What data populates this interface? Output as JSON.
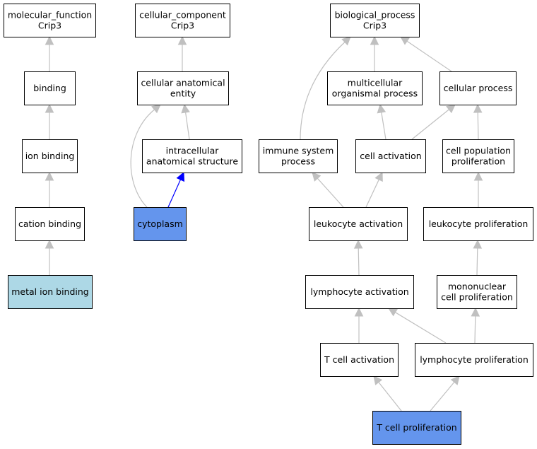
{
  "colors": {
    "default_fill": "#ffffff",
    "query_fill": "#add8e6",
    "annotated_fill": "#6495ed",
    "is_a_edge": "#c0c0c0",
    "part_of_edge": "#0000ff"
  },
  "nodes": {
    "molecular_function": {
      "lines": [
        "molecular_function",
        "Crip3"
      ],
      "kind": "default"
    },
    "binding": {
      "lines": [
        "binding"
      ],
      "kind": "default"
    },
    "ion_binding": {
      "lines": [
        "ion binding"
      ],
      "kind": "default"
    },
    "cation_binding": {
      "lines": [
        "cation binding"
      ],
      "kind": "default"
    },
    "metal_ion_binding": {
      "lines": [
        "metal ion binding"
      ],
      "kind": "query"
    },
    "cellular_component": {
      "lines": [
        "cellular_component",
        "Crip3"
      ],
      "kind": "default"
    },
    "cellular_anatomical_entity": {
      "lines": [
        "cellular anatomical",
        "entity"
      ],
      "kind": "default"
    },
    "intracellular_anatomical_structure": {
      "lines": [
        "intracellular",
        "anatomical structure"
      ],
      "kind": "default"
    },
    "cytoplasm": {
      "lines": [
        "cytoplasm"
      ],
      "kind": "annotated"
    },
    "biological_process": {
      "lines": [
        "biological_process",
        "Crip3"
      ],
      "kind": "default"
    },
    "multicellular_organismal_process": {
      "lines": [
        "multicellular",
        "organismal process"
      ],
      "kind": "default"
    },
    "cellular_process": {
      "lines": [
        "cellular process"
      ],
      "kind": "default"
    },
    "immune_system_process": {
      "lines": [
        "immune system",
        "process"
      ],
      "kind": "default"
    },
    "cell_activation": {
      "lines": [
        "cell activation"
      ],
      "kind": "default"
    },
    "cell_population_proliferation": {
      "lines": [
        "cell population",
        "proliferation"
      ],
      "kind": "default"
    },
    "leukocyte_activation": {
      "lines": [
        "leukocyte activation"
      ],
      "kind": "default"
    },
    "leukocyte_proliferation": {
      "lines": [
        "leukocyte proliferation"
      ],
      "kind": "default"
    },
    "lymphocyte_activation": {
      "lines": [
        "lymphocyte activation"
      ],
      "kind": "default"
    },
    "mononuclear_cell_proliferation": {
      "lines": [
        "mononuclear",
        "cell proliferation"
      ],
      "kind": "default"
    },
    "t_cell_activation": {
      "lines": [
        "T cell activation"
      ],
      "kind": "default"
    },
    "lymphocyte_proliferation": {
      "lines": [
        "lymphocyte proliferation"
      ],
      "kind": "default"
    },
    "t_cell_proliferation": {
      "lines": [
        "T cell proliferation"
      ],
      "kind": "annotated"
    }
  },
  "edges": [
    {
      "from": "binding",
      "to": "molecular_function",
      "relation": "is_a"
    },
    {
      "from": "ion_binding",
      "to": "binding",
      "relation": "is_a"
    },
    {
      "from": "cation_binding",
      "to": "ion_binding",
      "relation": "is_a"
    },
    {
      "from": "metal_ion_binding",
      "to": "cation_binding",
      "relation": "is_a"
    },
    {
      "from": "cellular_anatomical_entity",
      "to": "cellular_component",
      "relation": "is_a"
    },
    {
      "from": "intracellular_anatomical_structure",
      "to": "cellular_anatomical_entity",
      "relation": "is_a"
    },
    {
      "from": "cytoplasm",
      "to": "cellular_anatomical_entity",
      "relation": "is_a"
    },
    {
      "from": "cytoplasm",
      "to": "intracellular_anatomical_structure",
      "relation": "part_of"
    },
    {
      "from": "multicellular_organismal_process",
      "to": "biological_process",
      "relation": "is_a"
    },
    {
      "from": "cellular_process",
      "to": "biological_process",
      "relation": "is_a"
    },
    {
      "from": "immune_system_process",
      "to": "biological_process",
      "relation": "is_a"
    },
    {
      "from": "cell_activation",
      "to": "multicellular_organismal_process",
      "relation": "is_a"
    },
    {
      "from": "cell_activation",
      "to": "cellular_process",
      "relation": "is_a"
    },
    {
      "from": "cell_population_proliferation",
      "to": "cellular_process",
      "relation": "is_a"
    },
    {
      "from": "leukocyte_activation",
      "to": "immune_system_process",
      "relation": "is_a"
    },
    {
      "from": "leukocyte_activation",
      "to": "cell_activation",
      "relation": "is_a"
    },
    {
      "from": "leukocyte_proliferation",
      "to": "cell_population_proliferation",
      "relation": "is_a"
    },
    {
      "from": "lymphocyte_activation",
      "to": "leukocyte_activation",
      "relation": "is_a"
    },
    {
      "from": "mononuclear_cell_proliferation",
      "to": "leukocyte_proliferation",
      "relation": "is_a"
    },
    {
      "from": "t_cell_activation",
      "to": "lymphocyte_activation",
      "relation": "is_a"
    },
    {
      "from": "lymphocyte_proliferation",
      "to": "lymphocyte_activation",
      "relation": "is_a"
    },
    {
      "from": "lymphocyte_proliferation",
      "to": "mononuclear_cell_proliferation",
      "relation": "is_a"
    },
    {
      "from": "t_cell_proliferation",
      "to": "t_cell_activation",
      "relation": "is_a"
    },
    {
      "from": "t_cell_proliferation",
      "to": "lymphocyte_proliferation",
      "relation": "is_a"
    }
  ]
}
